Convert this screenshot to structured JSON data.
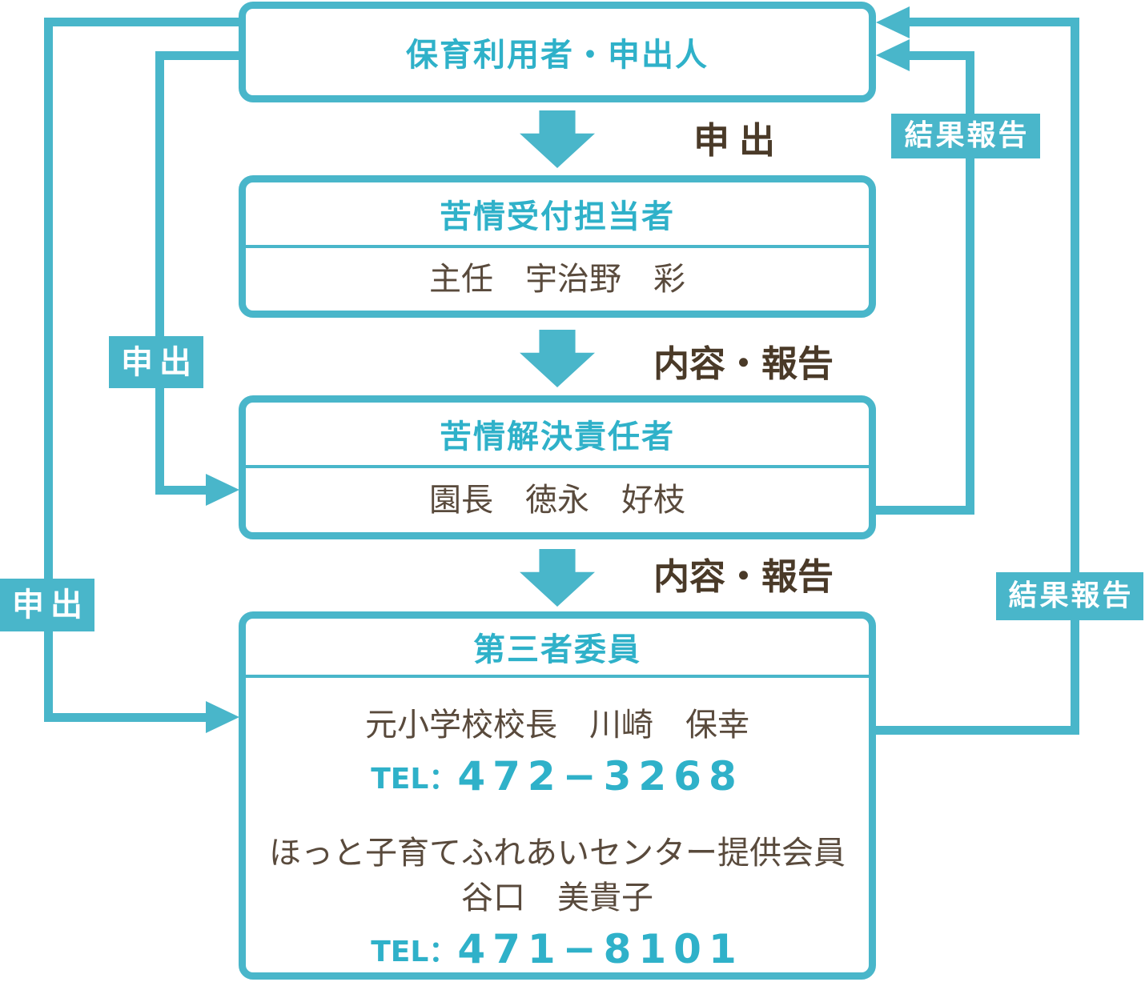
{
  "palette": {
    "teal_line": "#49b6ca",
    "teal_text": "#2fb1c9",
    "brown_label": "#4a3a28",
    "body_text": "#594a3c",
    "background": "#ffffff",
    "badge_text": "#ffffff"
  },
  "nodes": {
    "user": {
      "title": "保育利用者・申出人"
    },
    "reception": {
      "title": "苦情受付担当者",
      "person": "主任　宇治野　彩"
    },
    "resolver": {
      "title": "苦情解決責任者",
      "person": "園長　徳永　好枝"
    },
    "third_party": {
      "title": "第三者委員",
      "member1_name": "元小学校校長　川崎　保幸",
      "member1_tel_label": "TEL：",
      "member1_tel": "472−3268",
      "member2_org": "ほっと子育てふれあいセンター提供会員",
      "member2_name": "谷口　美貴子",
      "member2_tel_label": "TEL：",
      "member2_tel": "471−8101"
    }
  },
  "flow_labels": {
    "step1": "申出",
    "step2": "内容・報告",
    "step3": "内容・報告"
  },
  "badges": {
    "left_inner": "申出",
    "left_outer": "申出",
    "right_inner": "結果報告",
    "right_outer": "結果報告"
  }
}
